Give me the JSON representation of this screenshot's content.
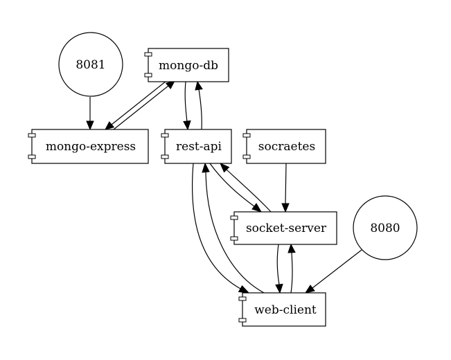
{
  "diagram": {
    "nodes": [
      {
        "id": "mongo-db",
        "shape": "component",
        "label": "mongo-db"
      },
      {
        "id": "mongo-express",
        "shape": "component",
        "label": "mongo-express"
      },
      {
        "id": "rest-api",
        "shape": "component",
        "label": "rest-api"
      },
      {
        "id": "socraetes",
        "shape": "component",
        "label": "socraetes"
      },
      {
        "id": "socket-server",
        "shape": "component",
        "label": "socket-server"
      },
      {
        "id": "web-client",
        "shape": "component",
        "label": "web-client"
      },
      {
        "id": "port-8081",
        "shape": "circle",
        "label": "8081"
      },
      {
        "id": "port-8080",
        "shape": "circle",
        "label": "8080"
      }
    ],
    "edges": [
      {
        "from": "port-8081",
        "to": "mongo-express"
      },
      {
        "from": "mongo-express",
        "to": "mongo-db"
      },
      {
        "from": "mongo-db",
        "to": "mongo-express"
      },
      {
        "from": "mongo-db",
        "to": "rest-api"
      },
      {
        "from": "rest-api",
        "to": "mongo-db"
      },
      {
        "from": "socraetes",
        "to": "socket-server"
      },
      {
        "from": "rest-api",
        "to": "socket-server"
      },
      {
        "from": "socket-server",
        "to": "rest-api"
      },
      {
        "from": "rest-api",
        "to": "web-client"
      },
      {
        "from": "web-client",
        "to": "rest-api"
      },
      {
        "from": "socket-server",
        "to": "web-client"
      },
      {
        "from": "web-client",
        "to": "socket-server"
      },
      {
        "from": "port-8080",
        "to": "web-client"
      }
    ],
    "colors": {
      "stroke": "#000000",
      "fill": "#ffffff",
      "text": "#000000"
    }
  }
}
